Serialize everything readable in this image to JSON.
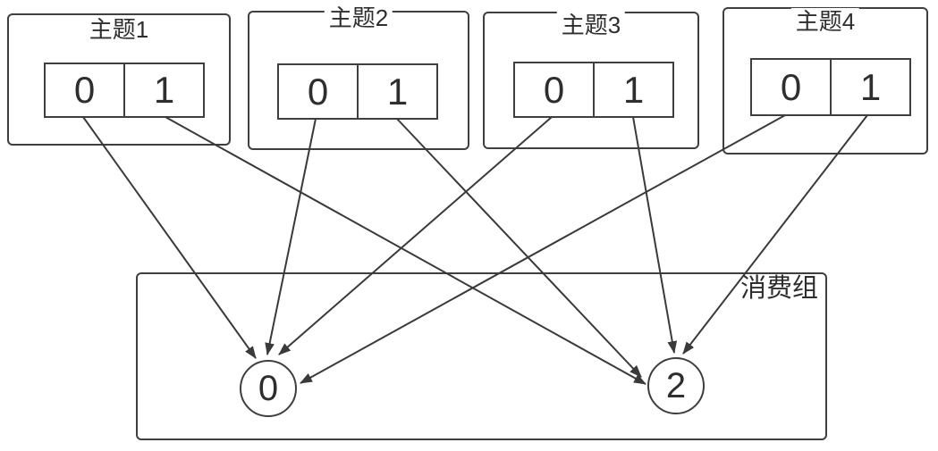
{
  "colors": {
    "stroke": "#3f3f3f",
    "text": "#2e2e2e",
    "background": "#ffffff"
  },
  "topics": [
    {
      "label": "主题1",
      "partitions": [
        "0",
        "1"
      ]
    },
    {
      "label": "主题2",
      "partitions": [
        "0",
        "1"
      ]
    },
    {
      "label": "主题3",
      "partitions": [
        "0",
        "1"
      ]
    },
    {
      "label": "主题4",
      "partitions": [
        "0",
        "1"
      ]
    }
  ],
  "consumer_group": {
    "label": "消费组",
    "consumers": [
      "0",
      "2"
    ]
  },
  "edges": [
    {
      "from": "主题1.partition.0",
      "to": "consumer.0"
    },
    {
      "from": "主题1.partition.1",
      "to": "consumer.2"
    },
    {
      "from": "主题2.partition.0",
      "to": "consumer.0"
    },
    {
      "from": "主题2.partition.1",
      "to": "consumer.2"
    },
    {
      "from": "主题3.partition.0",
      "to": "consumer.0"
    },
    {
      "from": "主题3.partition.1",
      "to": "consumer.2"
    },
    {
      "from": "主题4.partition.0",
      "to": "consumer.0"
    },
    {
      "from": "主题4.partition.1",
      "to": "consumer.2"
    }
  ]
}
